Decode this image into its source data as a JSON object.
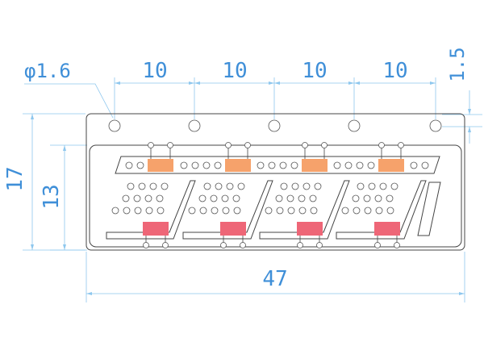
{
  "dimensions": {
    "hole_diameter": "φ1.6",
    "pitch_1": "10",
    "pitch_2": "10",
    "pitch_3": "10",
    "pitch_4": "10",
    "edge_offset": "1.5",
    "overall_height": "17",
    "inner_height": "13",
    "overall_width": "47"
  },
  "colors": {
    "dimension": "#3f8fd8",
    "extension_line": "#8ec7ee",
    "outline": "#444444",
    "top_pad": "#f6a26b",
    "bottom_pad": "#ee6677",
    "background": "#ffffff"
  }
}
